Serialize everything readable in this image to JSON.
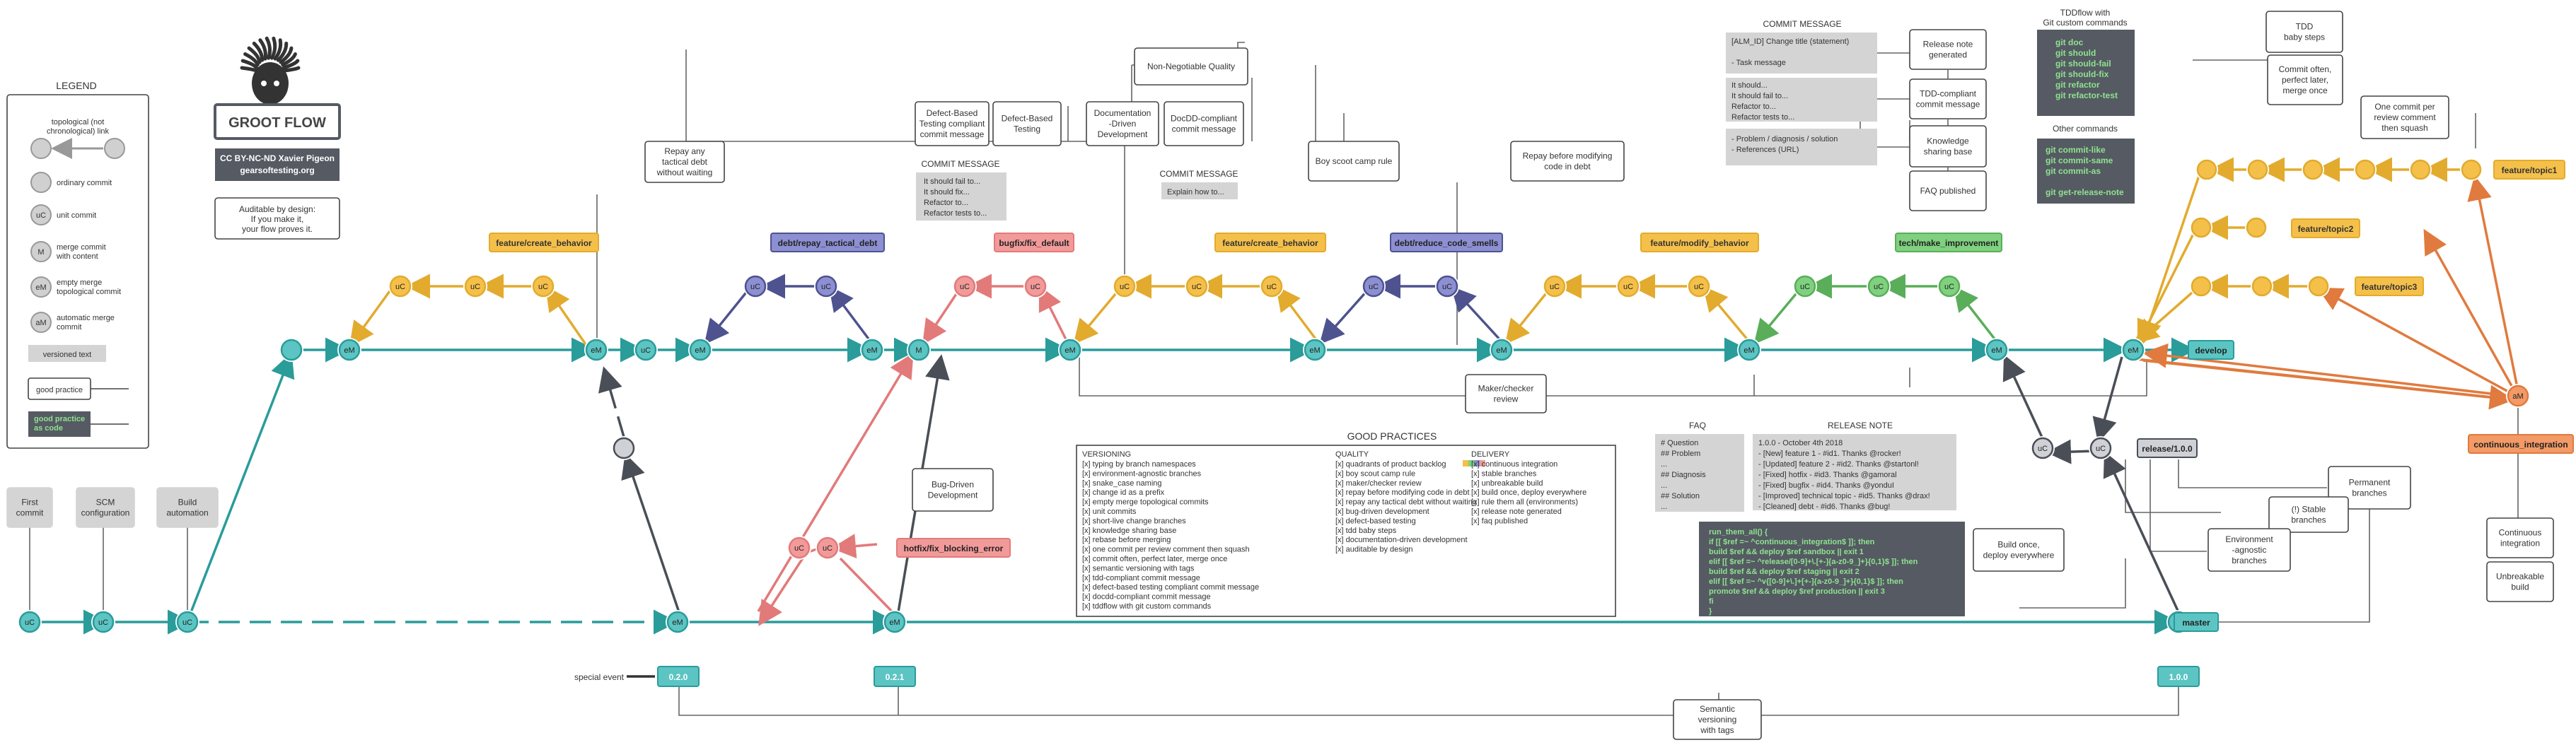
{
  "header": {
    "title": "GROOT FLOW",
    "license_line1": "CC BY-NC-ND  Xavier Pigeon",
    "license_line2": "gearsoftesting.org",
    "motto_line1": "Auditable by design:",
    "motto_line2": "If you make it,",
    "motto_line3": "your flow proves it.",
    "logo_icon": "groot-head-logo"
  },
  "legend": {
    "title": "LEGEND",
    "items": [
      {
        "text1": "topological (not",
        "text2": "chronological) link"
      },
      {
        "text1": "ordinary commit",
        "text2": ""
      },
      {
        "text1": "unit commit",
        "text2": "",
        "node": "uC"
      },
      {
        "text1": "merge commit",
        "text2": "with content",
        "node": "M"
      },
      {
        "text1": "empty merge",
        "text2": "topological commit",
        "node": "eM"
      },
      {
        "text1": "automatic merge",
        "text2": "commit",
        "node": "aM"
      },
      {
        "text1": "versioned text",
        "text2": ""
      },
      {
        "text1": "good practice",
        "text2": ""
      },
      {
        "text1": "good practice",
        "text2": "as code"
      }
    ]
  },
  "colors": {
    "teal": "#5cc5c3",
    "teal_dark": "#2a9c9a",
    "yellow": "#f5c04a",
    "yellow_dark": "#d9a32b",
    "purple": "#8c8fd1",
    "purple_dark": "#4e528f",
    "pink": "#f29a9a",
    "pink_dark": "#d66b6b",
    "green": "#7fd17f",
    "green_dark": "#4e9e4e",
    "orange": "#f39a66",
    "orange_dark": "#d9743e",
    "grey": "#d0d0d0",
    "dark": "#555a63",
    "code_green": "#8fe38f"
  },
  "branches": {
    "feature_create_behavior": "feature/create_behavior",
    "debt_repay_tactical_debt": "debt/repay_tactical_debt",
    "bugfix_fix_default": "bugfix/fix_default",
    "feature_create_behavior_2": "feature/create_behavior",
    "debt_reduce_code_smells": "debt/reduce_code_smells",
    "feature_modify_behavior": "feature/modify_behavior",
    "tech_make_improvement": "tech/make_improvement",
    "develop": "develop",
    "feature_topic1": "feature/topic1",
    "feature_topic2": "feature/topic2",
    "feature_topic3": "feature/topic3",
    "release": "release/1.0.0",
    "continuous_integration": "continuous_integration",
    "hotfix": "hotfix/fix_blocking_error",
    "master": "master"
  },
  "nodes": {
    "uC": "uC",
    "eM": "eM",
    "M": "M",
    "aM": "aM"
  },
  "tags": {
    "t020": "0.2.0",
    "t021": "0.2.1",
    "t100": "1.0.0",
    "special_event": "special event"
  },
  "annotations": {
    "first_commit": [
      "First",
      "commit"
    ],
    "scm_configuration": [
      "SCM",
      "configuration"
    ],
    "build_automation": [
      "Build",
      "automation"
    ],
    "repay_tactical": [
      "Repay any",
      "tactical debt",
      "without waiting"
    ],
    "non_negotiable": [
      "Non-Negotiable Quality"
    ],
    "defect_based_compliant": [
      "Defect-Based",
      "Testing compliant",
      "commit message"
    ],
    "defect_based_testing": [
      "Defect-Based",
      "Testing"
    ],
    "doc_driven": [
      "Documentation",
      "-Driven",
      "Development"
    ],
    "docdd_compliant": [
      "DocDD-compliant",
      "commit message"
    ],
    "boy_scout": [
      "Boy scoot camp rule"
    ],
    "repay_before_modifying": [
      "Repay before modifying",
      "code in debt"
    ],
    "maker_checker": [
      "Maker/checker",
      "review"
    ],
    "bug_driven": [
      "Bug-Driven",
      "Development"
    ],
    "tdd_baby_steps": [
      "TDD",
      "baby steps"
    ],
    "commit_often": [
      "Commit often,",
      "perfect later,",
      "merge once"
    ],
    "one_commit_per": [
      "One commit per",
      "review comment",
      "then squash"
    ],
    "permanent_branches": [
      "Permanent",
      "branches"
    ],
    "stable_branches": [
      "(!) Stable",
      "branches"
    ],
    "env_agnostic": [
      "Environment",
      "-agnostic",
      "branches"
    ],
    "build_once": [
      "Build once,",
      "deploy everywhere"
    ],
    "semantic_versioning": [
      "Semantic",
      "versioning",
      "with tags"
    ],
    "continuous_integration_box": [
      "Continuous",
      "integration"
    ],
    "unbreakable_build": [
      "Unbreakable",
      "build"
    ]
  },
  "commit_message_small": {
    "title": "COMMIT  MESSAGE",
    "lines": [
      "It should fail to...",
      "It should fix...",
      "Refactor to...",
      "Refactor tests to..."
    ]
  },
  "commit_message_explain": {
    "title": "COMMIT  MESSAGE",
    "lines": [
      "Explain how to..."
    ]
  },
  "commit_message_top": {
    "title": "COMMIT  MESSAGE",
    "row1": [
      "[ALM_ID] Change title (statement)",
      "",
      "- Task message"
    ],
    "row2": [
      "It should...",
      "It should fail to...",
      "Refactor to...",
      "Refactor tests to..."
    ],
    "row3": [
      "- Problem / diagnosis / solution",
      "- References (URL)"
    ],
    "labels": [
      [
        "Release note",
        "generated"
      ],
      [
        "TDD-compliant",
        "commit message"
      ],
      [
        "Knowledge",
        "sharing base"
      ],
      [
        "FAQ published"
      ]
    ]
  },
  "tddflow": {
    "title1": "TDDflow with",
    "title2": "Git custom commands",
    "commands": [
      "git doc",
      "git should",
      "git should-fail",
      "git should-fix",
      "git refactor",
      "git refactor-test"
    ],
    "other_title": "Other commands",
    "other_commands": [
      "git commit-like",
      "git commit-same",
      "git commit-as",
      "",
      "git get-release-note"
    ]
  },
  "faq": {
    "title": "FAQ",
    "lines": [
      "# Question",
      "## Problem",
      "...",
      "## Diagnosis",
      "...",
      "## Solution",
      "..."
    ]
  },
  "release_note": {
    "title": "RELEASE  NOTE",
    "lines": [
      "1.0.0 - October 4th 2018",
      "- [New] feature 1 - #id1. Thanks @rocker!",
      "- [Updated] feature 2 - #id2. Thanks @startonl!",
      "- [Fixed] hotfix - #id3. Thanks @gamoral",
      "- [Fixed] bugfix - #id4. Thanks @yonduI",
      "- [Improved] technical topic - #id5. Thanks @drax!",
      "- [Cleaned] debt - #id6. Thanks @bug!"
    ]
  },
  "code": {
    "lines": [
      "run_them_all() {",
      "  if [[ $ref =~ ^continuous_integration$ ]]; then",
      "      build $ref && deploy $ref sandbox || exit 1",
      "  elif [[ $ref =~ ^release/[0-9]+\\.[+-]{a-z0-9_]+}{0,1}$ ]]; then",
      "      build $ref && deploy $ref staging || exit 2",
      "  elif [[ $ref =~ ^v{[0-9]+\\.]+[+-]{a-z0-9_]+}{0,1}$ ]]; then",
      "      promote $ref && deploy $ref production || exit 3",
      "  fi",
      "}"
    ]
  },
  "good_practices": {
    "title": "GOOD  PRACTICES",
    "versioning_title": "VERSIONING",
    "versioning": [
      "[x] typing by branch namespaces",
      "[x] environment-agnostic branches",
      "[x] snake_case naming",
      "[x] change id as a prefix",
      "[x] empty merge topological commits",
      "[x] unit commits",
      "[x] short-live change branches",
      "[x] knowledge sharing base",
      "[x] rebase before merging",
      "[x] one commit per review comment then squash",
      "[x] commit often, perfect later, merge once",
      "[x] semantic versioning with tags",
      "[x] tdd-compliant commit message",
      "[x] defect-based testing compliant commit message",
      "[x] docdd-compliant commit message",
      "[x] tddflow with git custom commands"
    ],
    "quality_title": "QUALITY",
    "quality": [
      "[x] quadrants of product backlog",
      "[x] boy scout camp rule",
      "[x] maker/checker review",
      "[x] repay before modifying code in debt",
      "[x] repay any tactical debt without waiting",
      "[x] bug-driven development",
      "[x] defect-based testing",
      "[x] tdd baby steps",
      "[x] documentation-driven development",
      "[x] auditable by design"
    ],
    "delivery_title": "DELIVERY",
    "delivery": [
      "[x] continuous integration",
      "[x] stable branches",
      "[x] unbreakable build",
      "[x] build once, deploy everywhere",
      "[x] rule them all (environments)",
      "[x] release note generated",
      "[x] faq published"
    ]
  }
}
